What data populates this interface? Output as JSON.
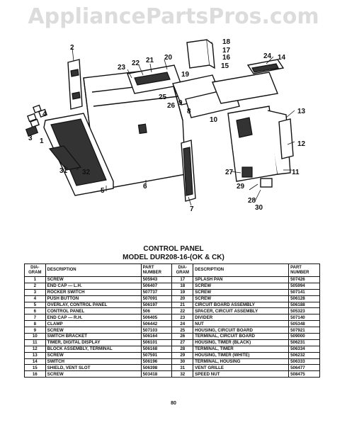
{
  "watermark": "AppliancePartsPros.com",
  "callouts": [
    "1",
    "2",
    "3",
    "4",
    "5",
    "6",
    "7",
    "8",
    "9",
    "10",
    "11",
    "12",
    "13",
    "14",
    "15",
    "16",
    "17",
    "18",
    "19",
    "20",
    "21",
    "22",
    "23",
    "24",
    "25",
    "26",
    "27",
    "28",
    "29",
    "30",
    "31",
    "32"
  ],
  "title": "CONTROL PANEL",
  "model": "MODEL DUR208-16-(OK & CK)",
  "table_headers": {
    "diagram": "DIA-GRAM",
    "description": "DESCRIPTION",
    "part_number": "PART NUMBER"
  },
  "left_rows": [
    {
      "no": "1",
      "desc": "SCREW",
      "part": "505943"
    },
    {
      "no": "2",
      "desc": "END CAP — L.H.",
      "part": "506407"
    },
    {
      "no": "3",
      "desc": "ROCKER SWITCH",
      "part": "507737"
    },
    {
      "no": "4",
      "desc": "PUSH BUTTON",
      "part": "507091"
    },
    {
      "no": "5",
      "desc": "OVERLAY, CONTROL PANEL",
      "part": "506197"
    },
    {
      "no": "6",
      "desc": "CONTROL PANEL",
      "part": "506"
    },
    {
      "no": "7",
      "desc": "END CAP — R.H.",
      "part": "506405"
    },
    {
      "no": "8",
      "desc": "CLAMP",
      "part": "506442"
    },
    {
      "no": "9",
      "desc": "SCREW",
      "part": "507103"
    },
    {
      "no": "10",
      "desc": "SWITCH BRACKET",
      "part": "506164"
    },
    {
      "no": "11",
      "desc": "TIMER, DIGITAL DISPLAY",
      "part": "506101"
    },
    {
      "no": "12",
      "desc": "BLOCK ASSEMBLY, TERMINAL",
      "part": "506168"
    },
    {
      "no": "13",
      "desc": "SCREW",
      "part": "507591"
    },
    {
      "no": "14",
      "desc": "SWITCH",
      "part": "506196"
    },
    {
      "no": "15",
      "desc": "SHIELD, VENT SLOT",
      "part": "506398"
    },
    {
      "no": "16",
      "desc": "SCREW",
      "part": "503418"
    }
  ],
  "right_rows": [
    {
      "no": "17",
      "desc": "SPLASH PAN",
      "part": "507426"
    },
    {
      "no": "18",
      "desc": "SCREW",
      "part": "505994"
    },
    {
      "no": "19",
      "desc": "SCREW",
      "part": "507141"
    },
    {
      "no": "20",
      "desc": "SCREW",
      "part": "506128"
    },
    {
      "no": "21",
      "desc": "CIRCUIT BOARD ASSEMBLY",
      "part": "506188"
    },
    {
      "no": "22",
      "desc": "SPACER, CIRCUIT ASSEMBLY",
      "part": "505323"
    },
    {
      "no": "23",
      "desc": "DIVIDER",
      "part": "507140"
    },
    {
      "no": "24",
      "desc": "NUT",
      "part": "505348"
    },
    {
      "no": "25",
      "desc": "HOUSING, CIRCUIT BOARD",
      "part": "507921"
    },
    {
      "no": "26",
      "desc": "TERMINAL, CIRCUIT BOARD",
      "part": "509000"
    },
    {
      "no": "27",
      "desc": "HOUSING, TIMER (BLACK)",
      "part": "506231"
    },
    {
      "no": "28",
      "desc": "TERMINAL, TIMER",
      "part": "506334"
    },
    {
      "no": "29",
      "desc": "HOUSING, TIMER (WHITE)",
      "part": "506232"
    },
    {
      "no": "30",
      "desc": "TERMINAL, HOUSING",
      "part": "506333"
    },
    {
      "no": "31",
      "desc": "VENT GRILLE",
      "part": "506477"
    },
    {
      "no": "32",
      "desc": "SPEED NUT",
      "part": "508475"
    }
  ],
  "page_number": "80"
}
